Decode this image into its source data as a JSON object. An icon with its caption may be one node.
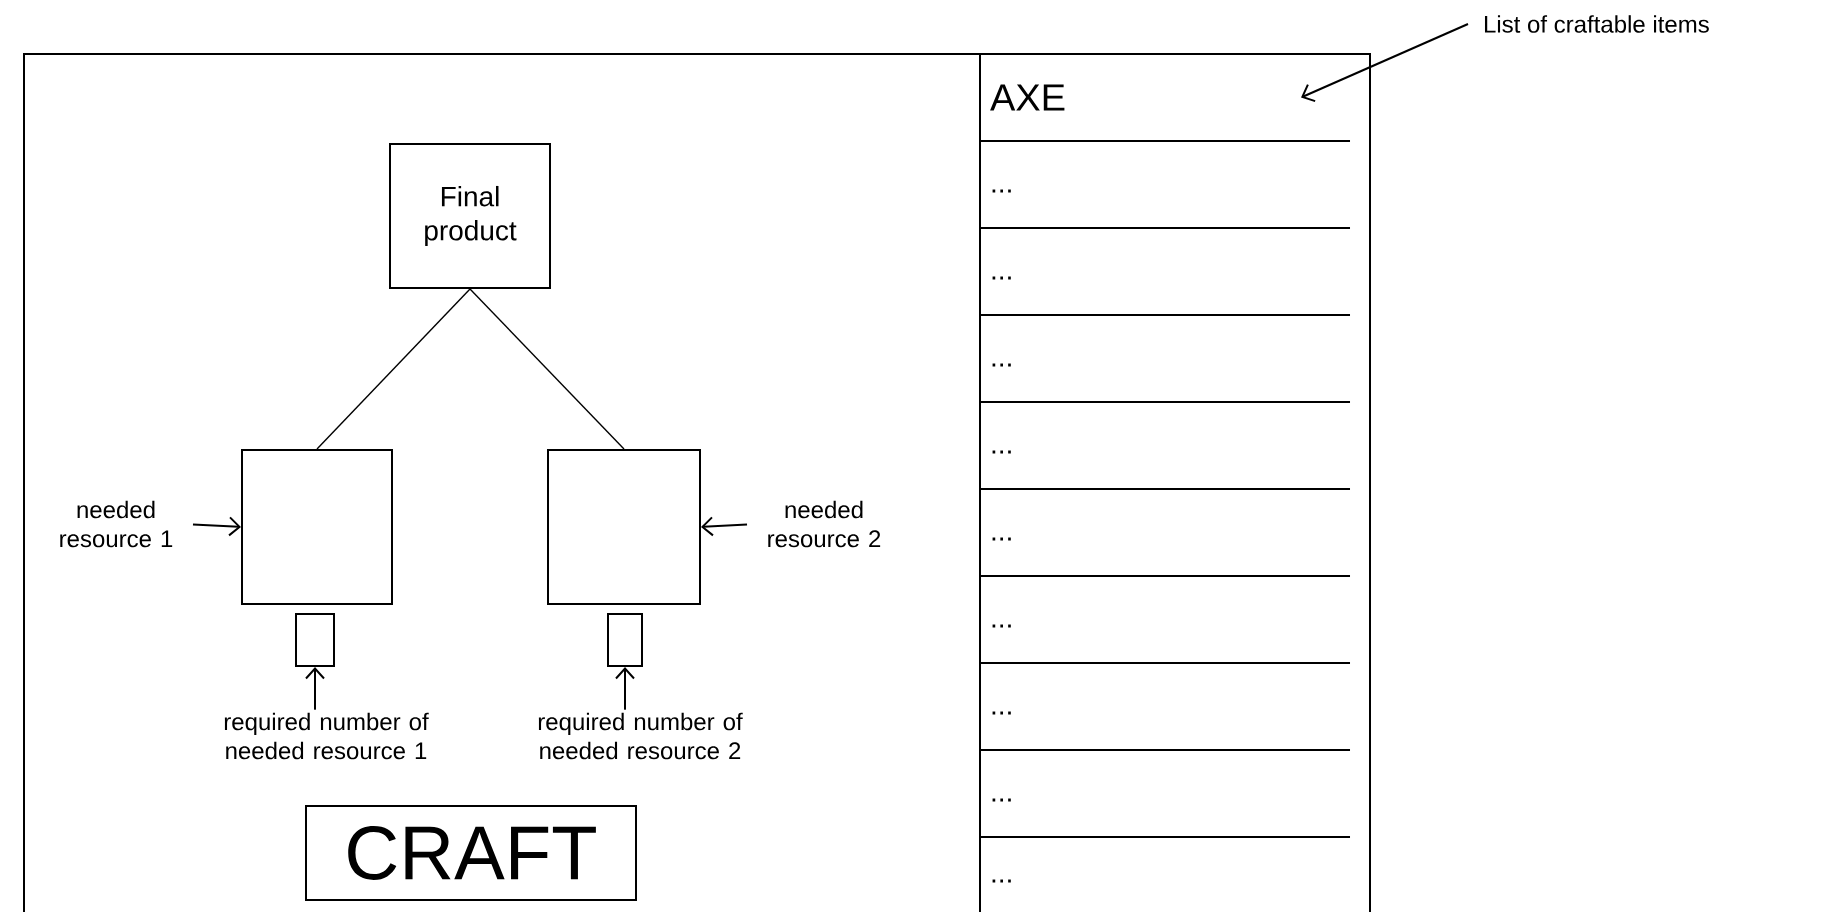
{
  "diagram": {
    "nodes": [
      {
        "text": [],
        "shape": "box"
      },
      {
        "text": [
          "Final product"
        ],
        "in": 0
      },
      {
        "text": [],
        "shape": "box",
        "in": 0
      },
      {
        "text": [],
        "shape": "box",
        "in": 0
      },
      {
        "text": [],
        "shape": "box",
        "in": 0
      },
      {
        "text": [],
        "shape": "box",
        "in": 0
      },
      {
        "text": [
          "needed resource 1"
        ],
        "in": 0
      },
      {
        "text": [
          "needed resource 2"
        ],
        "in": 0
      },
      {
        "text": [
          "required number of needed resource 1"
        ],
        "in": 0
      },
      {
        "text": [
          "required number of needed resource 2"
        ],
        "in": 0
      },
      {
        "text": [
          "CRAFT"
        ],
        "in": 0
      },
      {
        "text": [],
        "shape": "box",
        "in": 0
      },
      {
        "text": [
          "AXE"
        ],
        "in": 11
      },
      {
        "text": [
          "..."
        ],
        "in": 11
      },
      {
        "text": [
          "..."
        ],
        "in": 11
      },
      {
        "text": [
          "..."
        ],
        "in": 11
      },
      {
        "text": [
          "..."
        ],
        "in": 11
      },
      {
        "text": [
          "..."
        ],
        "in": 11
      },
      {
        "text": [
          "..."
        ],
        "in": 11
      },
      {
        "text": [
          "..."
        ],
        "in": 11
      },
      {
        "text": [
          "..."
        ],
        "in": 11
      },
      {
        "text": [
          "..."
        ],
        "in": 11
      },
      {
        "text": [
          "List of craftable items"
        ]
      }
    ],
    "edges": [
      {
        "from": 1,
        "to": 2,
        "arrow": "none"
      },
      {
        "from": 1,
        "to": 3,
        "arrow": "none"
      },
      {
        "from": 6,
        "to": 2,
        "arrow": "to"
      },
      {
        "from": 7,
        "to": 3,
        "arrow": "to"
      },
      {
        "from": 8,
        "to": 4,
        "arrow": "to"
      },
      {
        "from": 9,
        "to": 5,
        "arrow": "to"
      },
      {
        "from": 22,
        "to": 12,
        "arrow": "to"
      }
    ]
  }
}
